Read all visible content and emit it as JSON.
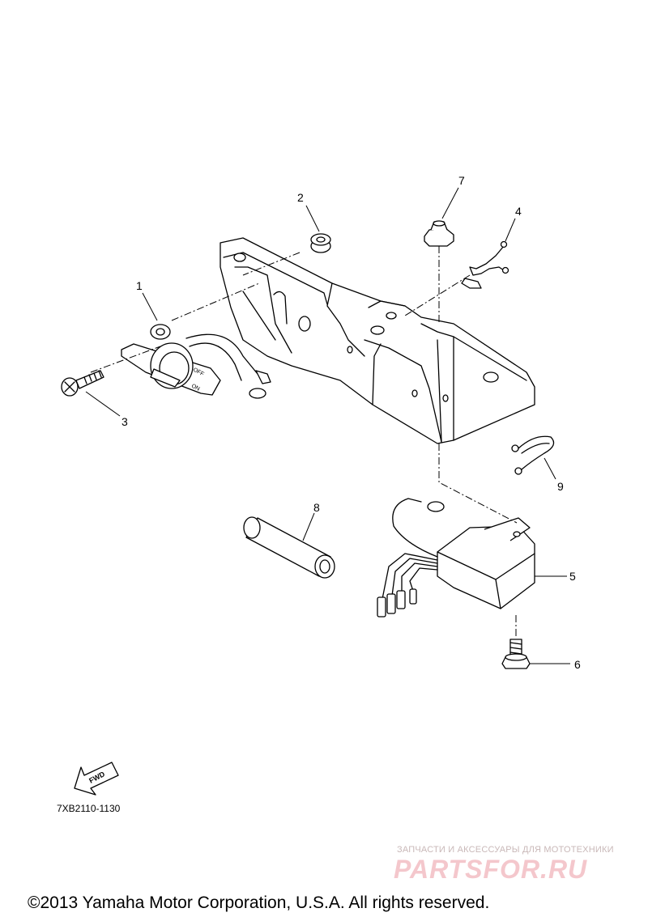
{
  "callouts": {
    "c1": "1",
    "c2": "2",
    "c3": "3",
    "c4": "4",
    "c5": "5",
    "c6": "6",
    "c7": "7",
    "c8": "8",
    "c9": "9"
  },
  "switch_labels": {
    "off": "OFF",
    "on": "ON"
  },
  "fwd_label": "FWD",
  "diagram_code": "7XB2110-1130",
  "watermark": {
    "tagline": "ЗАПЧАСТИ И АКСЕССУАРЫ ДЛЯ МОТОТЕХНИКИ",
    "logo": "PARTSFOR.RU"
  },
  "copyright": "©2013 Yamaha Motor Corporation, U.S.A. All rights reserved."
}
